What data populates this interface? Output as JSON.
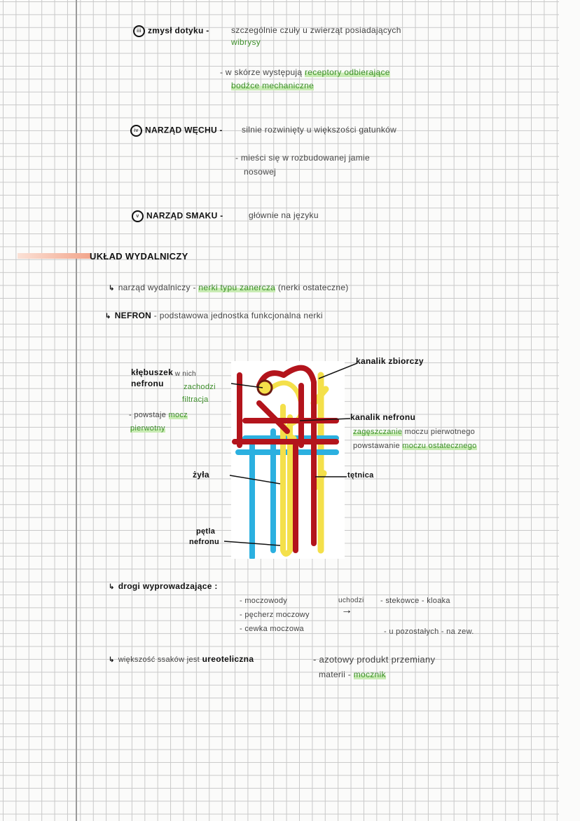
{
  "senses": {
    "touch": {
      "num": "iii",
      "title": "zmysł dotyku -",
      "desc1": "szczególnie czuły u zwierząt posiadających",
      "desc2": "wibrysy",
      "desc3": "- w skórze występują",
      "desc4": "receptory odbierające",
      "desc5": "bodźce mechaniczne"
    },
    "smell": {
      "num": "iv",
      "title": "NARZĄD WĘCHU -",
      "desc1": "silnie rozwinięty u większości gatunków",
      "desc2": "- mieści się w rozbudowanej jamie",
      "desc3": "nosowej"
    },
    "taste": {
      "num": "v",
      "title": "NARZĄD SMAKU -",
      "desc1": "głównie na języku"
    }
  },
  "section_title": "UKŁAD WYDALNICZY",
  "organ": {
    "label": "narząd wydalniczy -",
    "value": "nerki typu zanercza",
    "note": "(nerki ostateczne)"
  },
  "nephron": {
    "label": "NEFRON",
    "desc": "- podstawowa jednostka funkcjonalna nerki"
  },
  "diagram": {
    "collecting": "kanalik zbiorczy",
    "glomerulus1": "kłębuszek",
    "glomerulus2": "nefronu",
    "filt1": "- w nich",
    "filt2": "zachodzi",
    "filt3": "filtracja",
    "primary1": "- powstaje",
    "primary2": "mocz",
    "primary3": "pierwotny",
    "tubule": "kanalik nefronu",
    "tubule1a": "zagęszczanie",
    "tubule1b": "moczu pierwotnego",
    "tubule2a": "powstawanie",
    "tubule2b": "moczu ostatecznego",
    "vein": "żyła",
    "artery": "tętnica",
    "loop1": "pętla",
    "loop2": "nefronu"
  },
  "ducts": {
    "title": "drogi wyprowadzające :",
    "items": [
      "- moczowody",
      "- pęcherz moczowy",
      "- cewka moczowa"
    ],
    "exits": "uchodzi",
    "arrow": "→",
    "monotremes": "- stekowce - kloaka",
    "others": "- u pozostałych - na zew."
  },
  "urea": {
    "text": "większość ssaków jest",
    "bold": "ureoteliczna",
    "desc1": "- azotowy produkt przemiany",
    "desc2a": "materii -",
    "desc2b": "mocznik"
  }
}
